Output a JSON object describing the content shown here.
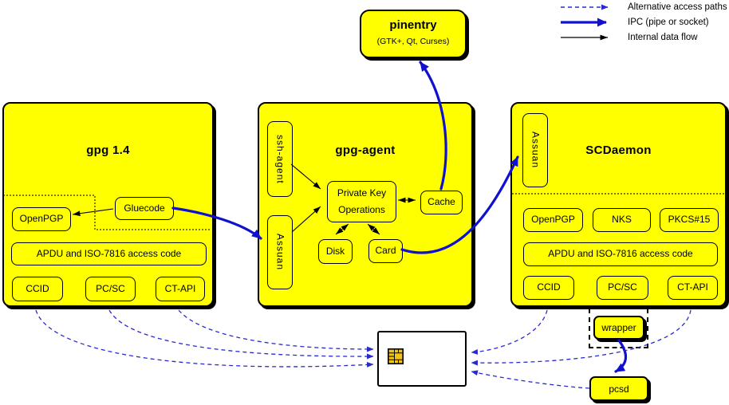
{
  "colors": {
    "box_fill": "#ffff00",
    "border": "#000000",
    "ipc_blue": "#1010d0",
    "alt_blue": "#2a2ad0",
    "chip_gold": "#f2c40f"
  },
  "legend": {
    "alt_label": "Alternative access paths",
    "ipc_label": "IPC (pipe or socket)",
    "internal_label": "Internal data flow"
  },
  "pinentry": {
    "title": "pinentry",
    "subtitle": "(GTK+, Qt, Curses)"
  },
  "gpg14": {
    "title": "gpg 1.4",
    "openpgp": "OpenPGP",
    "gluecode": "Gluecode",
    "apdu": "APDU and ISO-7816 access code",
    "ccid": "CCID",
    "pcsc": "PC/SC",
    "ctapi": "CT-API"
  },
  "gpg_agent": {
    "title": "gpg-agent",
    "ssh_agent": "ssh-agent",
    "assuan": "Assuan",
    "private_key_line1": "Private Key",
    "private_key_line2": "Operations",
    "cache": "Cache",
    "disk": "Disk",
    "card": "Card"
  },
  "scdaemon": {
    "title": "SCDaemon",
    "assuan": "Assuan",
    "openpgp": "OpenPGP",
    "nks": "NKS",
    "pkcs15": "PKCS#15",
    "apdu": "APDU and ISO-7816 access code",
    "ccid": "CCID",
    "pcsc": "PC/SC",
    "ctapi": "CT-API"
  },
  "wrapper": {
    "label": "wrapper"
  },
  "pcsd": {
    "label": "pcsd"
  },
  "smartcard": {
    "chip_icon": "smartcard-chip"
  }
}
